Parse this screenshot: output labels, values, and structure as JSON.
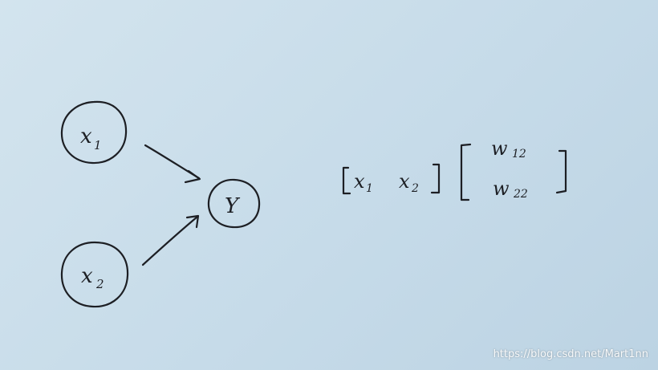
{
  "nodes": {
    "x1": {
      "letter": "x",
      "sub": "1"
    },
    "x2": {
      "letter": "x",
      "sub": "2"
    },
    "y": {
      "letter": "Y"
    }
  },
  "matrix": {
    "row_vector": [
      {
        "letter": "x",
        "sub": "1"
      },
      {
        "letter": "x",
        "sub": "2"
      }
    ],
    "column_vector": [
      {
        "letter": "w",
        "sub": "12"
      },
      {
        "letter": "w",
        "sub": "22"
      }
    ]
  },
  "watermark": "https://blog.csdn.net/Mart1nn",
  "colors": {
    "ink": "#1d1f24",
    "paper": "#c6dbe9"
  }
}
